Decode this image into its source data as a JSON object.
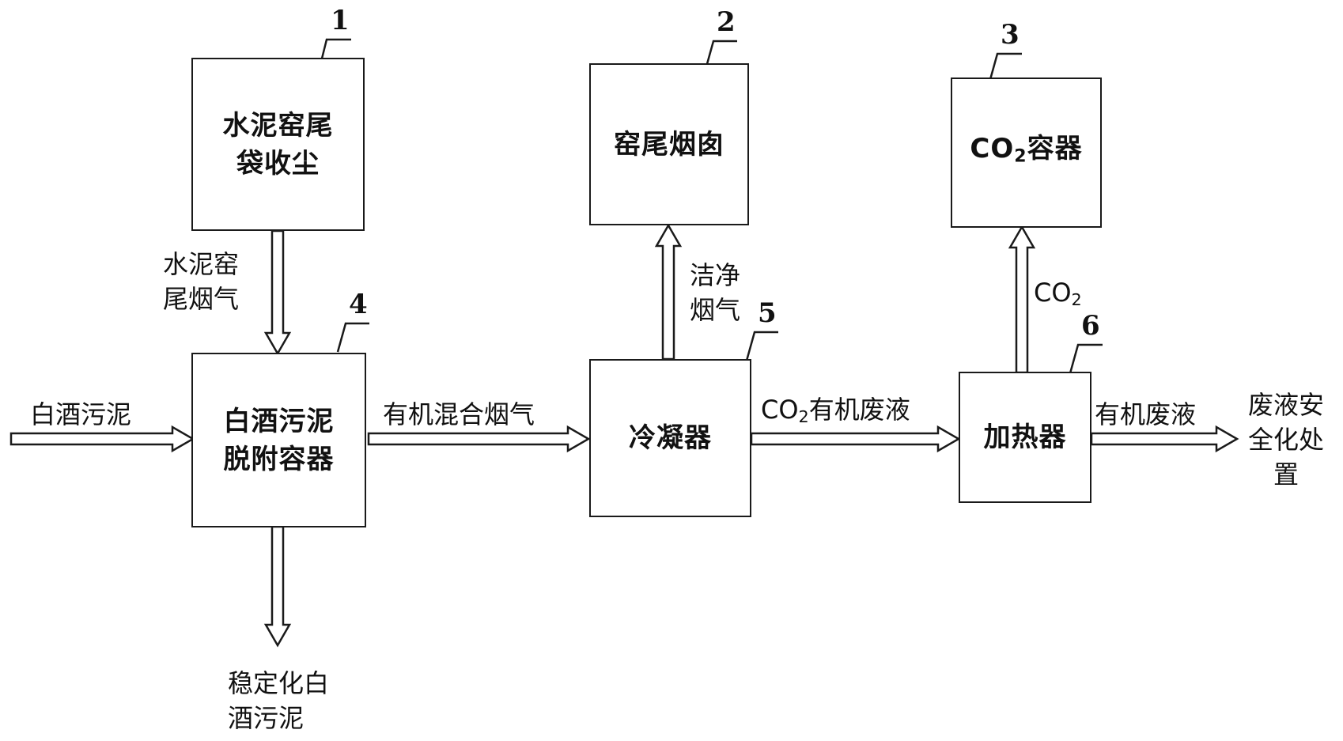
{
  "nodes": {
    "kiln_dust": {
      "number": "1",
      "line1": "水泥窑尾",
      "line2": "袋收尘"
    },
    "chimney": {
      "number": "2",
      "label": "窑尾烟囱"
    },
    "co2_container": {
      "number": "3",
      "prefix": "CO",
      "sub": "2",
      "suffix": "容器"
    },
    "desorption": {
      "number": "4",
      "line1": "白酒污泥",
      "line2": "脱附容器"
    },
    "condenser": {
      "number": "5",
      "label": "冷凝器"
    },
    "heater": {
      "number": "6",
      "label": "加热器"
    }
  },
  "flows": {
    "kiln_gas": {
      "line1": "水泥窑",
      "line2": "尾烟气"
    },
    "sludge_in": "白酒污泥",
    "mixed_gas": "有机混合烟气",
    "clean_gas": {
      "line1": "洁净",
      "line2": "烟气"
    },
    "co2_liquid": {
      "prefix": "CO",
      "sub": "2",
      "suffix": "有机废液"
    },
    "co2_gas": {
      "prefix": "CO",
      "sub": "2"
    },
    "organic_liquid": "有机废液",
    "stabilized": {
      "line1": "稳定化白",
      "line2": "酒污泥"
    },
    "disposal": {
      "line1": "废液安",
      "line2": "全化处",
      "line3": "置"
    }
  }
}
